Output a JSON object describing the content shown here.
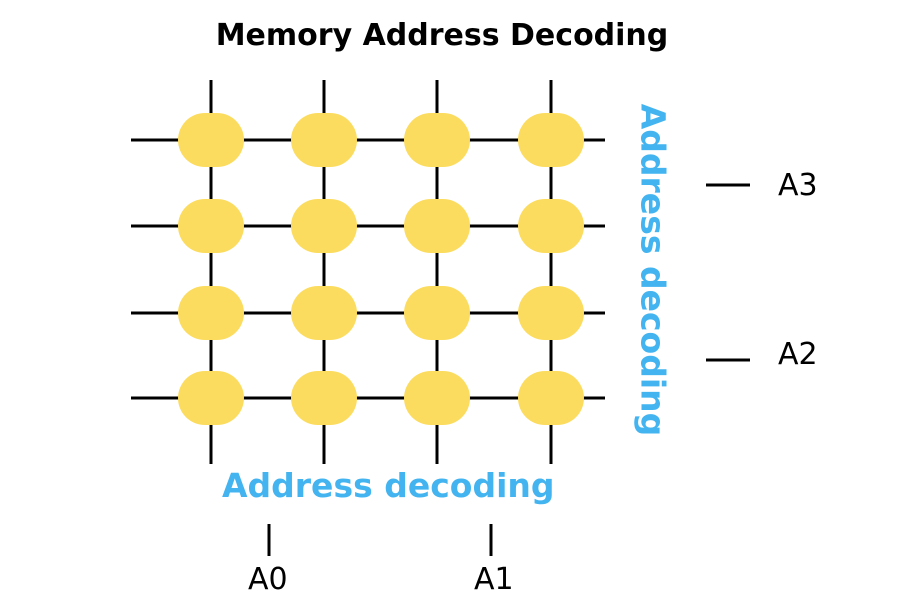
{
  "title": "Memory Address Decoding",
  "bottom_decoding_label": "Address decoding",
  "side_decoding_label": "Address decoding",
  "address_lines": {
    "a0": "A0",
    "a1": "A1",
    "a2": "A2",
    "a3": "A3"
  },
  "grid": {
    "rows": 4,
    "cols": 4
  },
  "colors": {
    "cell": "#FCDC5E",
    "wire": "#000000",
    "accent": "#43B4F0"
  }
}
